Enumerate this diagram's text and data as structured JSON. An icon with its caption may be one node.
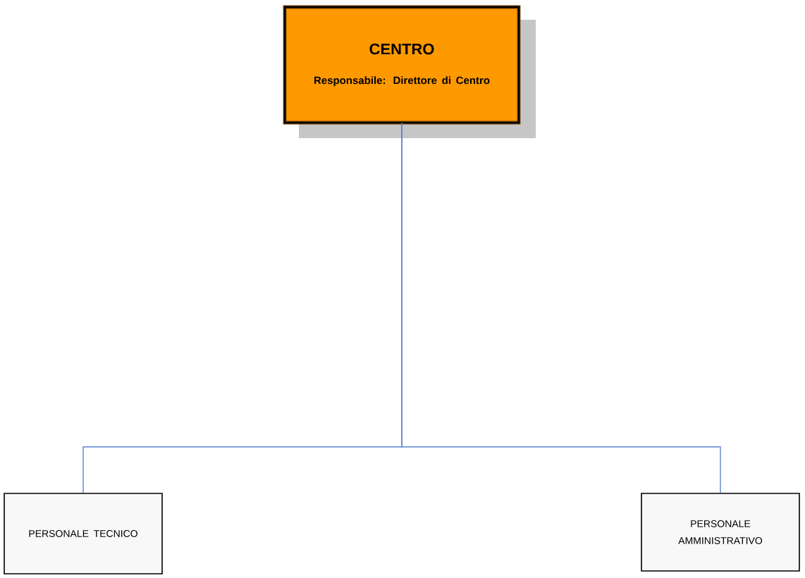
{
  "diagram": {
    "nodes": [
      {
        "text": [
          "CENTRO",
          "Responsabile: Direttore di Centro"
        ]
      },
      {
        "text": [
          "PERSONALE TECNICO"
        ]
      },
      {
        "text": [
          "PERSONALE AMMINISTRATIVO"
        ]
      }
    ],
    "edges": [
      {
        "from": 0,
        "to": 1,
        "arrow": "none"
      },
      {
        "from": 0,
        "to": 2,
        "arrow": "none"
      }
    ]
  }
}
